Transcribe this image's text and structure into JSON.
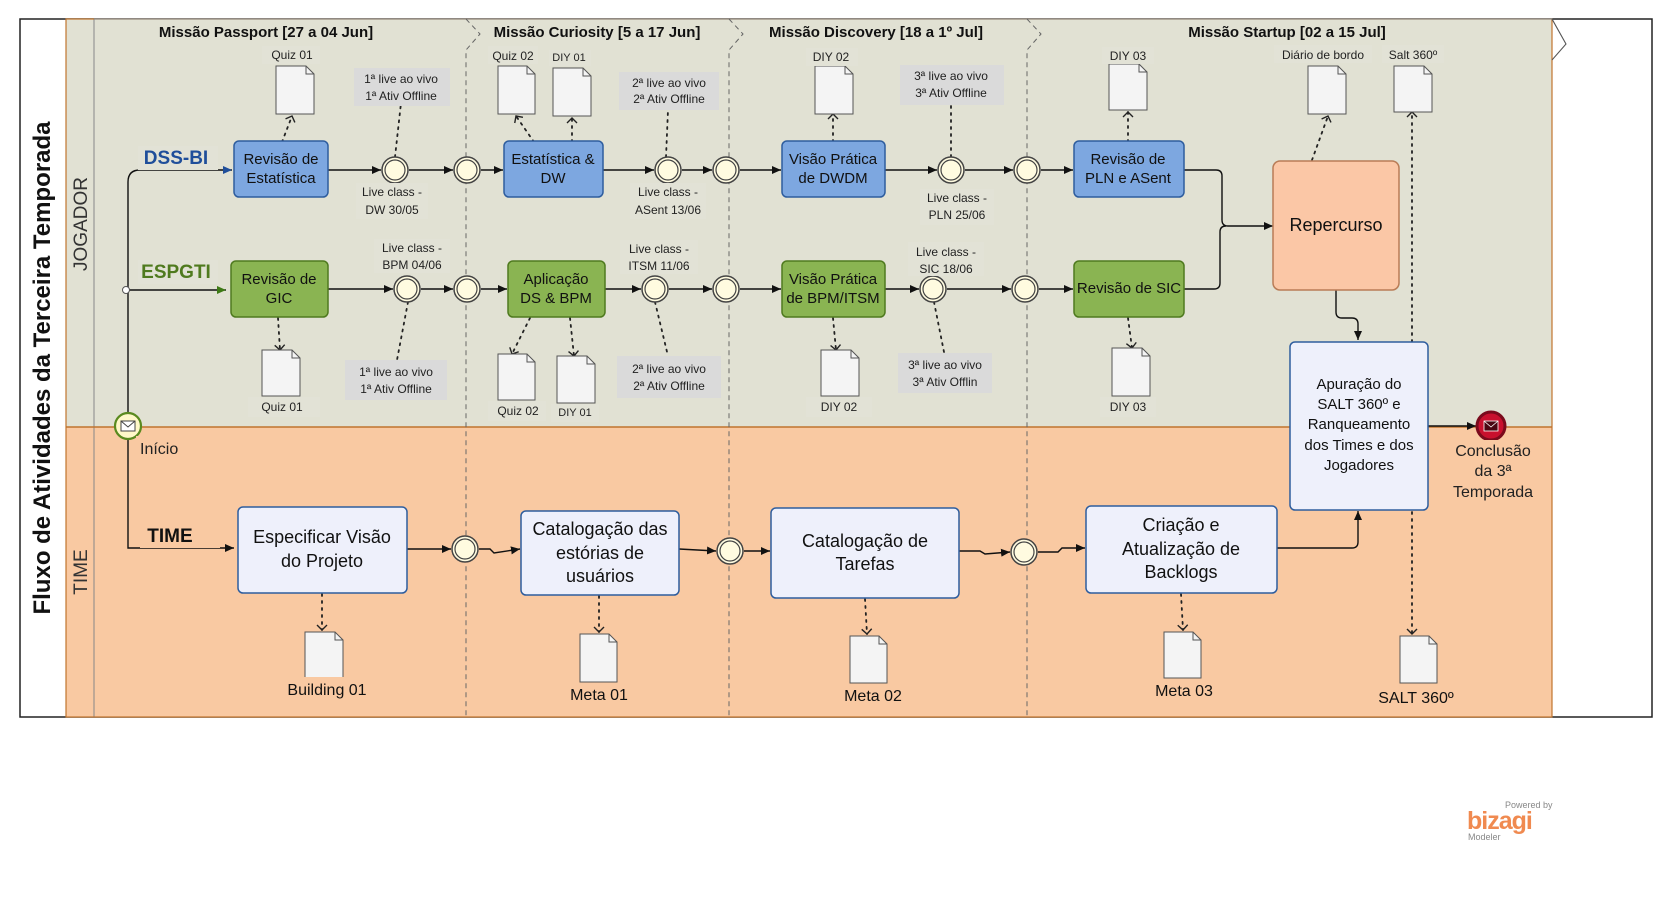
{
  "pool": {
    "title": "Fluxo de Atividades da Terceira Temporada"
  },
  "lanes": {
    "jogador": "JOGADOR",
    "time": "TIME"
  },
  "phases": {
    "passport": "Missão Passport [27 a 04 Jun]",
    "curiosity": "Missão Curiosity [5 a 17 Jun]",
    "discovery": "Missão Discovery [18 a 1º Jul]",
    "startup": "Missão Startup [02 a 15 Jul]"
  },
  "groups": {
    "dssbi": "DSS-BI",
    "espgti": "ESPGTI",
    "time": "TIME"
  },
  "colors": {
    "dssbi": "#1f4e9a",
    "espgti": "#4f7a1f",
    "end_event": "#c8102e"
  },
  "events": {
    "start": "Início",
    "end_l1": "Conclusão",
    "end_l2": "da 3ª",
    "end_l3": "Temporada"
  },
  "tasks": {
    "rev_estat_l1": "Revisão de",
    "rev_estat_l2": "Estatística",
    "estat_dw_l1": "Estatística &",
    "estat_dw_l2": "DW",
    "visao_dwdm_l1": "Visão Prática",
    "visao_dwdm_l2": "de DWDM",
    "rev_pln_l1": "Revisão de",
    "rev_pln_l2": "PLN e ASent",
    "repercurso": "Repercurso",
    "rev_gic_l1": "Revisão de",
    "rev_gic_l2": "GIC",
    "aplic_l1": "Aplicação",
    "aplic_l2": "DS & BPM",
    "visao_bpm_l1": "Visão Prática",
    "visao_bpm_l2": "de BPM/ITSM",
    "rev_sic": "Revisão de SIC",
    "apur_l1": "Apuração do",
    "apur_l2": "SALT 360º e",
    "apur_l3": "Ranqueamento",
    "apur_l4": "dos Times e dos",
    "apur_l5": "Jogadores",
    "especif_l1": "Especificar Visão",
    "especif_l2": "do Projeto",
    "catal_est_l1": "Catalogação das",
    "catal_est_l2": "estórias de",
    "catal_est_l3": "usuários",
    "catal_tar_l1": "Catalogação de",
    "catal_tar_l2": "Tarefas",
    "criacao_l1": "Criação e",
    "criacao_l2": "Atualização de",
    "criacao_l3": "Backlogs"
  },
  "live": {
    "a_l1": "Live class -",
    "a_l2": "DW 30/05",
    "b_l1": "Live class -",
    "b_l2": "ASent 13/06",
    "c_l1": "Live class -",
    "c_l2": "PLN 25/06",
    "d_l1": "Live class -",
    "d_l2": "BPM 04/06",
    "e_l1": "Live class -",
    "e_l2": "ITSM 11/06",
    "f_l1": "Live class -",
    "f_l2": "SIC 18/06"
  },
  "notes": {
    "n1_l1": "1ª live ao vivo",
    "n1_l2": "1ª Ativ Offline",
    "n2_l1": "2ª live ao vivo",
    "n2_l2": "2ª Ativ Offline",
    "n3_l1": "3ª live ao vivo",
    "n3_l2": "3ª Ativ Offline",
    "n4_l1": "1ª live ao vivo",
    "n4_l2": "1ª Ativ Offline",
    "n5_l1": "2ª live ao vivo",
    "n5_l2": "2ª Ativ Offline",
    "n6_l1": "3ª live ao vivo",
    "n6_l2": "3ª Ativ Offlin"
  },
  "docs": {
    "quiz01_top": "Quiz 01",
    "quiz02_top": "Quiz 02",
    "diy01_top": "DIY 01",
    "diy02_top": "DIY 02",
    "diy03_top": "DIY 03",
    "diario": "Diário de bordo",
    "salt_top": "Salt 360º",
    "quiz01_bot": "Quiz 01",
    "quiz02_bot": "Quiz 02",
    "diy01_bot": "DIY 01",
    "diy02_bot": "DIY 02",
    "diy03_bot": "DIY 03",
    "building": "Building 01",
    "meta01": "Meta 01",
    "meta02": "Meta 02",
    "meta03": "Meta 03",
    "salt_bot": "SALT 360º"
  },
  "branding": {
    "powered": "Powered by",
    "brand": "bizagi",
    "product": "Modeler"
  }
}
